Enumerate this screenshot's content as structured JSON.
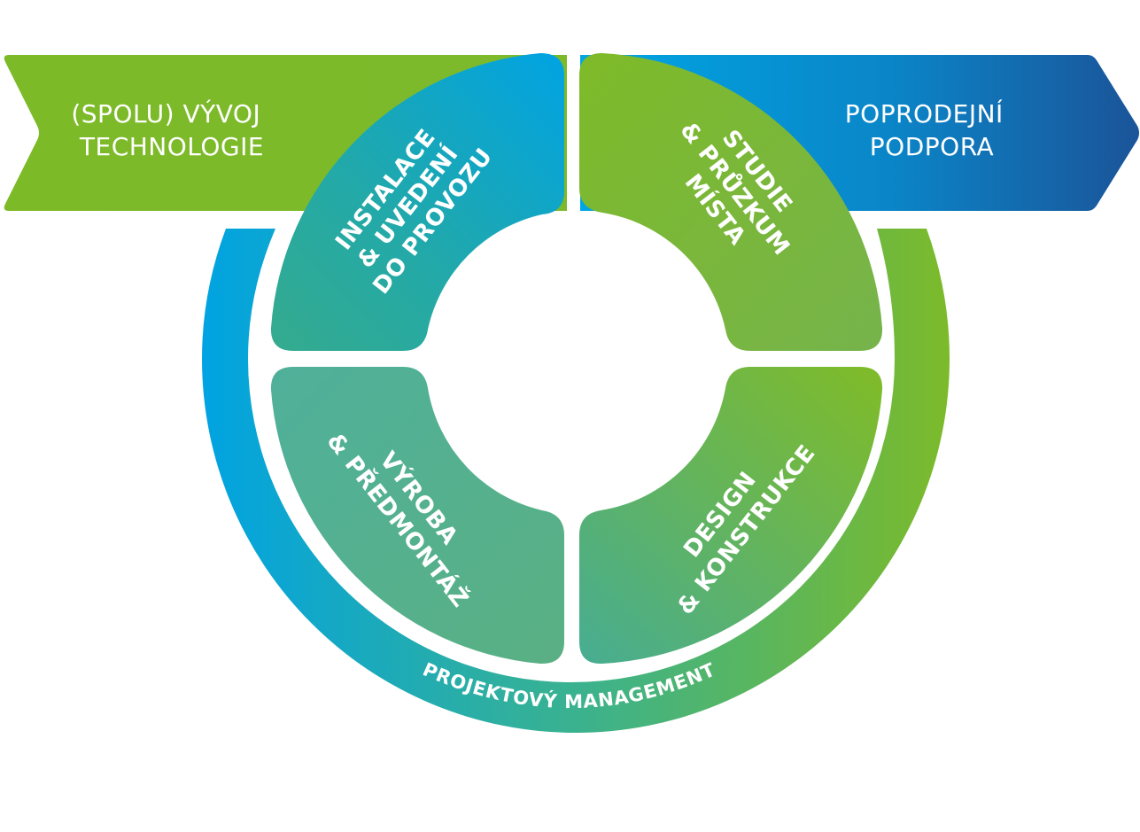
{
  "arrows": {
    "left": {
      "lines": [
        "(SPOLU) VÝVOJ",
        "TECHNOLOGIE"
      ]
    },
    "right": {
      "lines": [
        "POPRODEJNÍ",
        "PODPORA"
      ]
    }
  },
  "segments": {
    "top_left": {
      "lines": [
        "INSTALACE",
        "& UVEDENÍ",
        "DO PROVOZU"
      ]
    },
    "top_right": {
      "lines": [
        "STUDIE",
        "& PRŮZKUM",
        "MÍSTA"
      ]
    },
    "bottom_left": {
      "lines": [
        "VÝROBA",
        "& PŘEDMONTÁŽ"
      ]
    },
    "bottom_right": {
      "lines": [
        "DESIGN",
        "& KONSTRUKCE"
      ]
    }
  },
  "ring": {
    "label": "PROJEKTOVÝ MANAGEMENT"
  },
  "colors": {
    "green": "#7dba28",
    "blue": "#009fe3",
    "dark_blue": "#1b5499",
    "teal": "#2eaa93",
    "sage": "#4fae8b"
  }
}
